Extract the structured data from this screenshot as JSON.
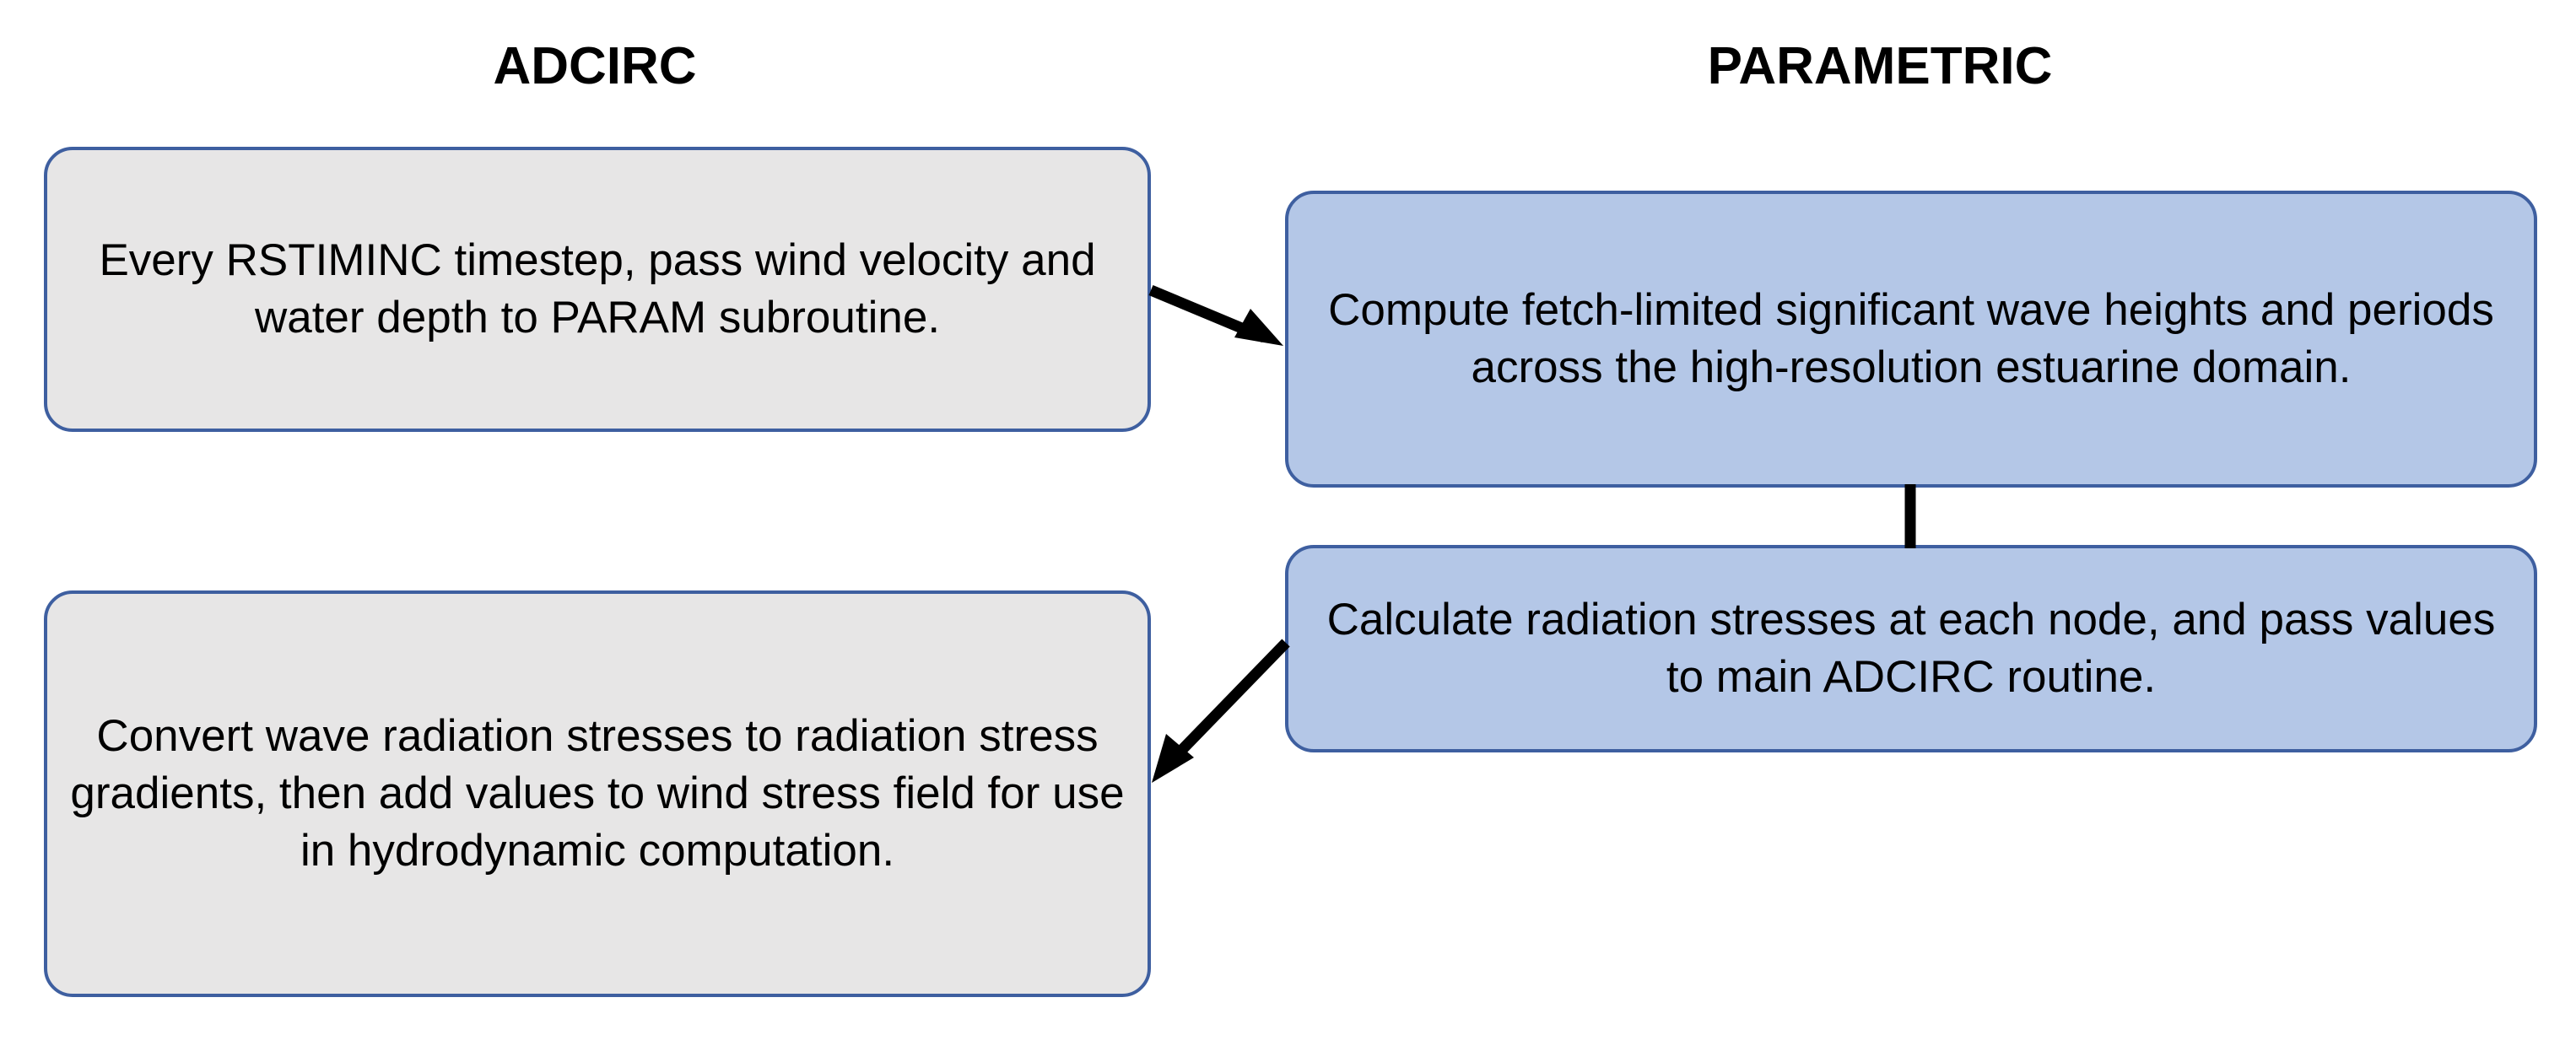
{
  "diagram": {
    "title": "ADCIRC and PARAMETRIC wave model coupling flowchart",
    "background_color": "#FFFFFF",
    "columns": [
      {
        "key": "adcirc",
        "label": "ADCIRC"
      },
      {
        "key": "parametric",
        "label": "PARAMETRIC"
      }
    ],
    "colors": {
      "node_fill_adcirc": "#E7E6E6",
      "node_fill_parametric": "#B4C7E7",
      "node_border": "#3E5FA0",
      "connector": "#000000",
      "text": "#000000"
    },
    "nodes": [
      {
        "id": "adcirc-pass",
        "column": "adcirc",
        "fill": "#E7E6E6",
        "text": "Every RSTIMINC timestep, pass wind velocity and water depth to PARAM subroutine."
      },
      {
        "id": "param-compute",
        "column": "parametric",
        "fill": "#B4C7E7",
        "text": "Compute fetch-limited significant wave heights and periods across the high-resolution estuarine domain."
      },
      {
        "id": "param-calculate",
        "column": "parametric",
        "fill": "#B4C7E7",
        "text": "Calculate radiation stresses at each node, and pass values to main ADCIRC routine."
      },
      {
        "id": "adcirc-convert",
        "column": "adcirc",
        "fill": "#E7E6E6",
        "text": "Convert wave radiation stresses to radiation stress gradients, then add values to wind stress field for use in hydrodynamic computation."
      }
    ],
    "connectors": [
      {
        "id": "pass-to-compute",
        "from": "adcirc-pass",
        "to": "param-compute",
        "style": "arrow",
        "direction": "right-down"
      },
      {
        "id": "compute-to-calculate",
        "from": "param-compute",
        "to": "param-calculate",
        "style": "line",
        "direction": "down"
      },
      {
        "id": "calculate-to-convert",
        "from": "param-calculate",
        "to": "adcirc-convert",
        "style": "arrow",
        "direction": "left-down"
      }
    ]
  }
}
